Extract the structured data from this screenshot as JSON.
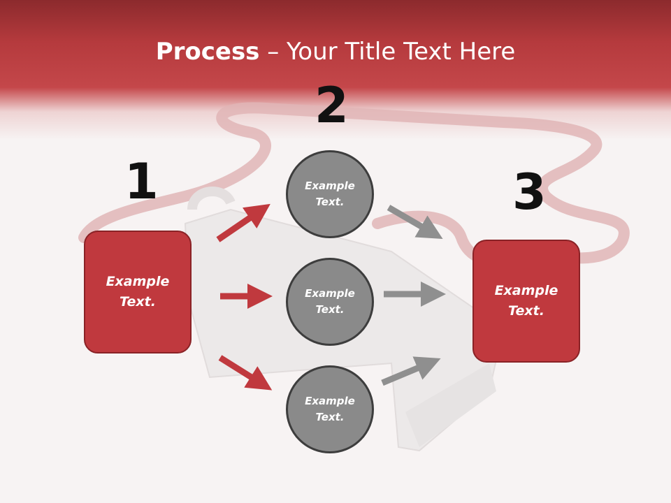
{
  "title": {
    "bold": "Process",
    "rest": " – Your Title Text Here"
  },
  "steps": {
    "one": "1",
    "two": "2",
    "three": "3"
  },
  "left_box": {
    "line1": "Example",
    "line2": "Text."
  },
  "right_box": {
    "line1": "Example",
    "line2": "Text."
  },
  "circles": [
    {
      "line1": "Example",
      "line2": "Text."
    },
    {
      "line1": "Example",
      "line2": "Text."
    },
    {
      "line1": "Example",
      "line2": "Text."
    }
  ],
  "colors": {
    "header": "#b53a3d",
    "box": "#c0393e",
    "circle": "#8a8a8a",
    "red_arrow": "#c0393e",
    "gray_arrow": "#8f8f8f"
  }
}
